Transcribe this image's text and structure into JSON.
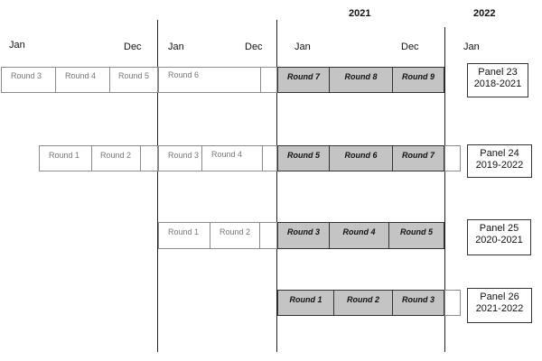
{
  "headers": {
    "years": [
      "2021",
      "2022"
    ],
    "months": [
      "Jan",
      "Dec",
      "Jan",
      "Dec",
      "Jan",
      "Dec",
      "Jan"
    ]
  },
  "panels": [
    {
      "name": "Panel 23",
      "years": "2018-2021",
      "rounds": [
        "Round 3",
        "Round 4",
        "Round 5",
        "Round 6",
        "Round 7",
        "Round 8",
        "Round 9"
      ]
    },
    {
      "name": "Panel 24",
      "years": "2019-2022",
      "rounds": [
        "Round 1",
        "Round 2",
        "Round 3",
        "Round 4",
        "Round 5",
        "Round 6",
        "Round 7"
      ]
    },
    {
      "name": "Panel 25",
      "years": "2020-2021",
      "rounds": [
        "Round 1",
        "Round 2",
        "Round 3",
        "Round 4",
        "Round 5"
      ]
    },
    {
      "name": "Panel 26",
      "years": "2021-2022",
      "rounds": [
        "Round 1",
        "Round 2",
        "Round 3"
      ]
    }
  ]
}
